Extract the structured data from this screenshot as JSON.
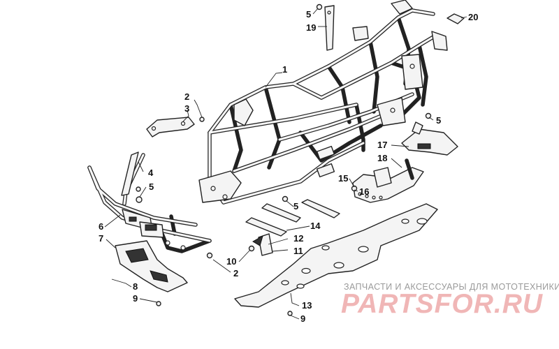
{
  "callouts": [
    {
      "id": "1",
      "label": "1"
    },
    {
      "id": "2a",
      "label": "2"
    },
    {
      "id": "3",
      "label": "3"
    },
    {
      "id": "4",
      "label": "4"
    },
    {
      "id": "5a",
      "label": "5"
    },
    {
      "id": "6",
      "label": "6"
    },
    {
      "id": "7",
      "label": "7"
    },
    {
      "id": "8",
      "label": "8"
    },
    {
      "id": "9a",
      "label": "9"
    },
    {
      "id": "10",
      "label": "10"
    },
    {
      "id": "2b",
      "label": "2"
    },
    {
      "id": "11",
      "label": "11"
    },
    {
      "id": "12",
      "label": "12"
    },
    {
      "id": "5b",
      "label": "5"
    },
    {
      "id": "14",
      "label": "14"
    },
    {
      "id": "15",
      "label": "15"
    },
    {
      "id": "16",
      "label": "16"
    },
    {
      "id": "17",
      "label": "17"
    },
    {
      "id": "18",
      "label": "18"
    },
    {
      "id": "13",
      "label": "13"
    },
    {
      "id": "9b",
      "label": "9"
    },
    {
      "id": "5c",
      "label": "5"
    },
    {
      "id": "19",
      "label": "19"
    },
    {
      "id": "20",
      "label": "20"
    }
  ],
  "watermark": {
    "subtitle": "ЗАПЧАСТИ И АКСЕССУАРЫ ДЛЯ МОТОТЕХНИКИ",
    "logo": "PARTSFOR.RU"
  },
  "colors": {
    "linework": "#222222",
    "watermark_logo": "#f0b6b6",
    "watermark_text": "#9a9a9a"
  }
}
